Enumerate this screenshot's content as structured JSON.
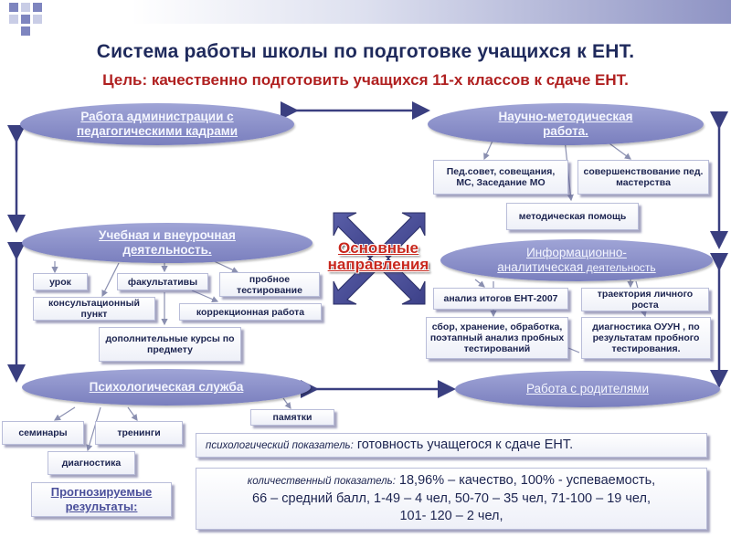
{
  "header": {
    "title": "Система работы школы по подготовке учащихся к ЕНТ.",
    "goal": "Цель: качественно подготовить учащихся 11-х классов к сдаче ЕНТ."
  },
  "center": {
    "line1": "Основные",
    "line2": "направления"
  },
  "directions": {
    "admin": "Работа администрации с педагогическими кадрами",
    "method": "Научно-методическая работа.",
    "study": "Учебная и внеурочная деятельность.",
    "info_a": "Информационно-",
    "info_b": "аналитическая",
    "info_c": " деятельность",
    "psych": "Психологическая служба",
    "parents": "Работа с родителями"
  },
  "method_items": {
    "pedsovet": "Пед.совет, совещания, МС, Заседание МО",
    "improve": "совершенствование пед. мастерства",
    "help": "методическая помощь"
  },
  "study_items": {
    "lesson": "урок",
    "electives": "факультативы",
    "trial": "пробное тестирование",
    "consult": "консультационный пункт",
    "correction": "коррекционная работа",
    "courses": "дополнительные курсы по предмету"
  },
  "info_items": {
    "analysis": "анализ итогов ЕНТ-2007",
    "trajectory": "траектория личного роста",
    "collect": "сбор, хранение, обработка, поэтапный анализ пробных тестирований",
    "diagnostics": "диагностика ОУУН , по результатам пробного тестирования."
  },
  "psych_items": {
    "seminars": "семинары",
    "trainings": "тренинги",
    "diag": "диагностика",
    "memos": "памятки"
  },
  "results": {
    "label": "Прогнозируемые результаты:",
    "psych_label": "психологический показатель:",
    "psych_value": " готовность учащегося к сдаче ЕНТ.",
    "quant_label": "количественный показатель:",
    "quant_value": " 18,96% – качество, 100% - успеваемость,",
    "quant_line2": "66 – средний балл, 1-49 – 4 чел, 50-70 – 35 чел, 71-100 – 19 чел,",
    "quant_line3": "101- 120 – 2 чел,"
  },
  "colors": {
    "ellipse": "#8a8fca",
    "title": "#1f2a5c",
    "goal": "#b02020",
    "center_label": "#c8281e"
  }
}
